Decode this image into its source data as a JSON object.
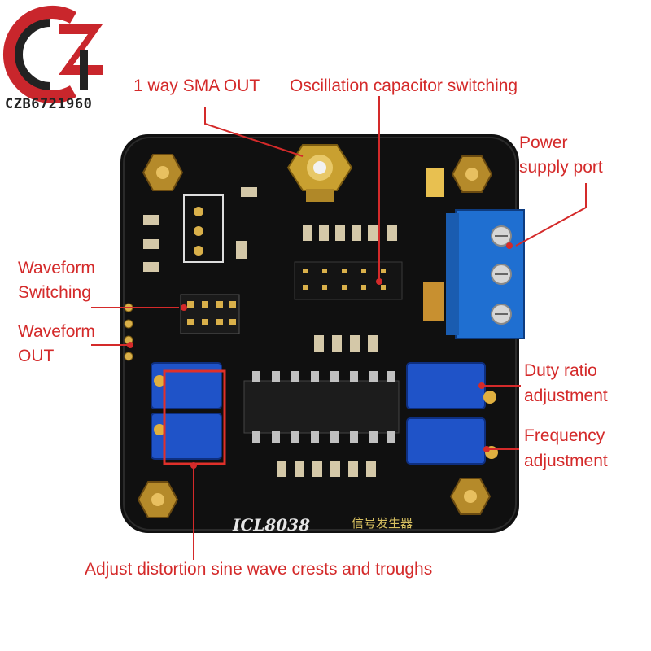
{
  "brand": {
    "logo_text": "CZB6721960"
  },
  "board": {
    "chip_label": "ICL8038",
    "chinese_label": "信号发生器"
  },
  "callouts": {
    "sma_out": "1 way SMA OUT",
    "osc_cap": "Oscillation capacitor switching",
    "power_1": "Power",
    "power_2": "supply port",
    "wave_sw_1": "Waveform",
    "wave_sw_2": "Switching",
    "wave_out_1": "Waveform",
    "wave_out_2": "OUT",
    "duty_1": "Duty ratio",
    "duty_2": "adjustment",
    "freq_1": "Frequency",
    "freq_2": "adjustment",
    "distortion": "Adjust distortion sine wave crests and troughs"
  },
  "colors": {
    "callout": "#d42a2a",
    "pcb": "#101010",
    "terminal": "#1f6fd1",
    "trimmer": "#1f53c8"
  }
}
